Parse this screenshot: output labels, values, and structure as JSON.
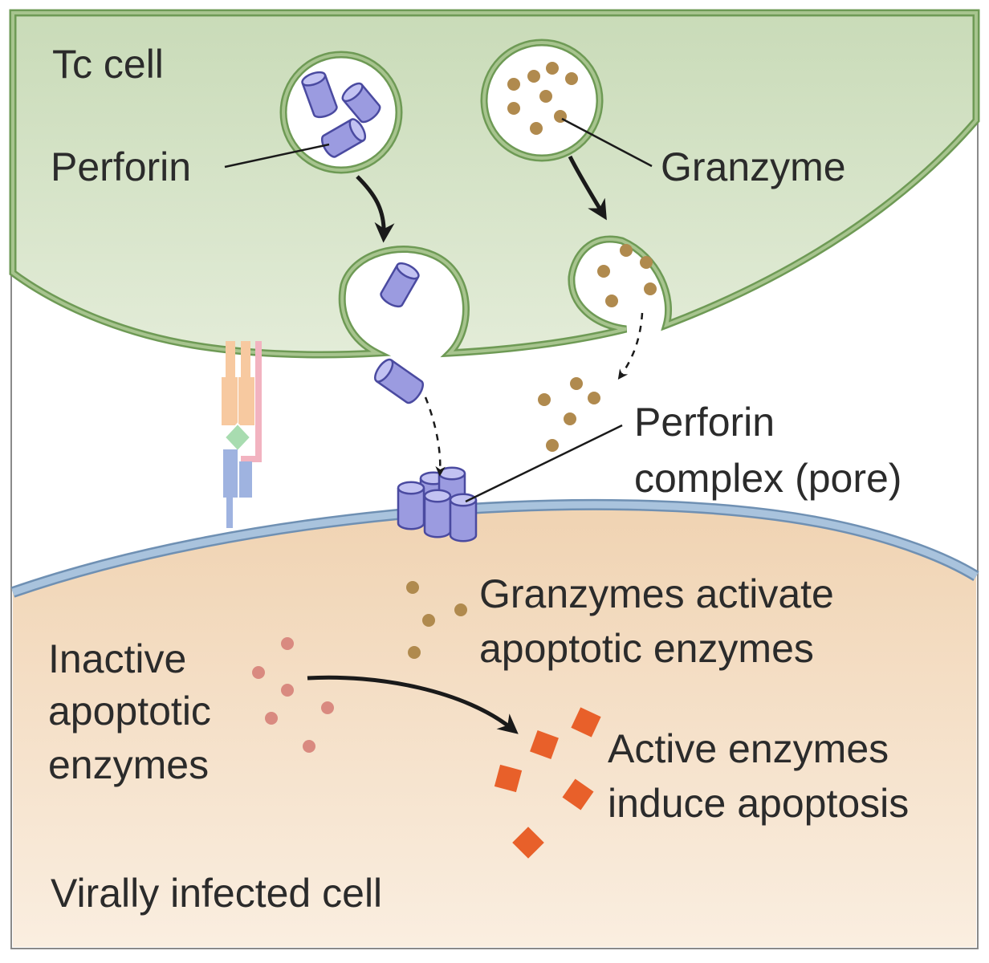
{
  "labels": {
    "tc_cell": "Tc cell",
    "perforin": "Perforin",
    "granzyme": "Granzyme",
    "perforin_complex_line1": "Perforin",
    "perforin_complex_line2": "complex (pore)",
    "granzymes_activate_line1": "Granzymes activate",
    "granzymes_activate_line2": "apoptotic enzymes",
    "inactive_line1": "Inactive",
    "inactive_line2": "apoptotic",
    "inactive_line3": "enzymes",
    "active_line1": "Active enzymes",
    "active_line2": "induce apoptosis",
    "infected_cell": "Virally infected cell"
  },
  "colors": {
    "tc_cell_fill": "#d3e1c4",
    "tc_cell_border": "#85a86a",
    "infected_cell_fill": "#f0d6b8",
    "infected_membrane": "#9fbbd6",
    "perforin": "#9b9be0",
    "granzyme": "#b08a4e",
    "inactive_enzyme": "#d98a80",
    "active_enzyme": "#e8602a",
    "tcr_orange": "#f7c9a0",
    "tcr_pink": "#f2b3c0",
    "mhc_blue": "#9fb3e0",
    "antigen_green": "#a8dcb0"
  }
}
